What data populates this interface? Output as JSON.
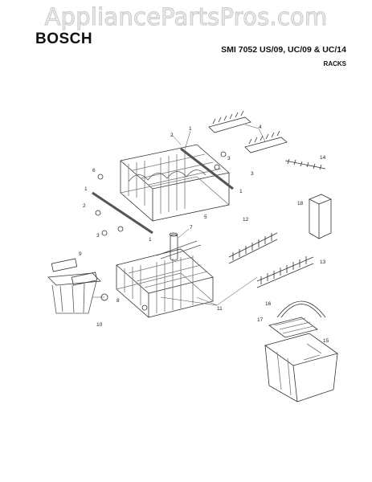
{
  "watermark": "AppliancePartsPros.com",
  "brand": "BOSCH",
  "model": "SMI 7052 US/09, UC/09 & UC/14",
  "section": "RACKS",
  "callouts": [
    "1",
    "2",
    "3",
    "4",
    "5",
    "6",
    "7",
    "8",
    "9",
    "10",
    "11",
    "12",
    "13",
    "14",
    "15",
    "16",
    "17",
    "18"
  ],
  "colors": {
    "line": "#333333",
    "light": "#777777",
    "watermark": "#c9c9c9"
  }
}
